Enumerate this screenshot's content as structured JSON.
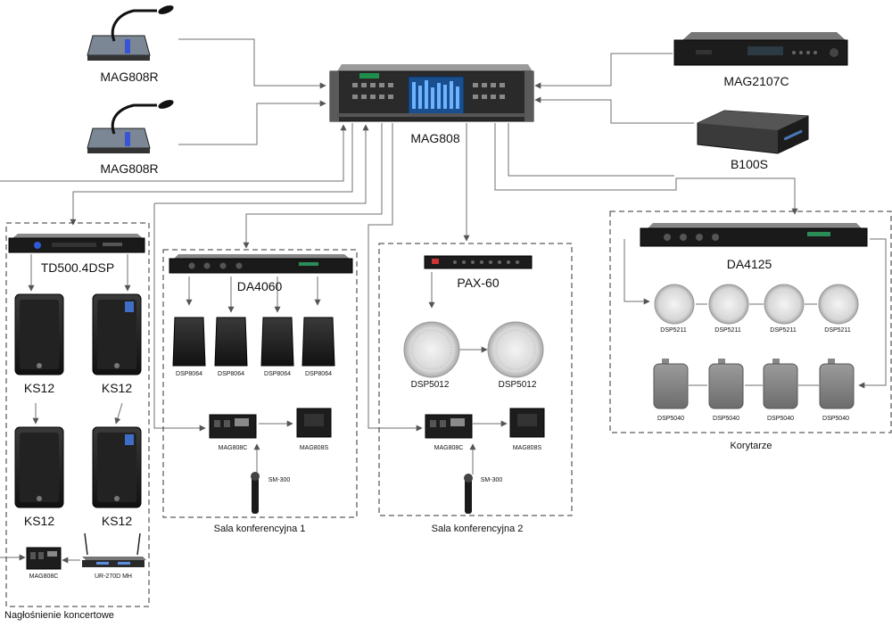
{
  "devices": {
    "mag808r_1": "MAG808R",
    "mag808r_2": "MAG808R",
    "mag808": "MAG808",
    "mag2107c": "MAG2107C",
    "b100s": "B100S",
    "td500": "TD500.4DSP",
    "ks12_1": "KS12",
    "ks12_2": "KS12",
    "ks12_3": "KS12",
    "ks12_4": "KS12",
    "mag808c_concert": "MAG808C",
    "ur270d": "UR-270D MH",
    "da4060": "DA4060",
    "dsp8064_1": "DSP8064",
    "dsp8064_2": "DSP8064",
    "dsp8064_3": "DSP8064",
    "dsp8064_4": "DSP8064",
    "mag808c_room1": "MAG808C",
    "mag808s_room1": "MAG808S",
    "sm300_room1": "SM-300",
    "pax60": "PAX-60",
    "dsp5012_1": "DSP5012",
    "dsp5012_2": "DSP5012",
    "mag808c_room2": "MAG808C",
    "mag808s_room2": "MAG808S",
    "sm300_room2": "SM-300",
    "da4125": "DA4125",
    "dsp5211_1": "DSP5211",
    "dsp5211_2": "DSP5211",
    "dsp5211_3": "DSP5211",
    "dsp5211_4": "DSP5211",
    "dsp5040_1": "DSP5040",
    "dsp5040_2": "DSP5040",
    "dsp5040_3": "DSP5040",
    "dsp5040_4": "DSP5040"
  },
  "zones": {
    "concert": "Nagłośnienie koncertowe",
    "room1": "Sala konferencyjna 1",
    "room2": "Sala konferencyjna 2",
    "corridor": "Korytarze"
  }
}
